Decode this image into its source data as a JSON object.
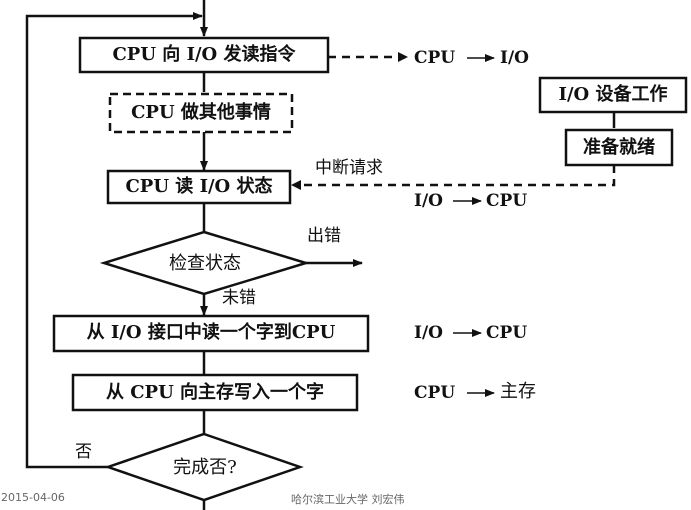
{
  "flowchart": {
    "send_read_cmd": "CPU 向 I/O 发读指令",
    "cpu_other_work": "CPU 做其他事情",
    "cpu_read_status": "CPU 读 I/O 状态",
    "check_status": "检查状态",
    "read_word": "从 I/O 接口中读一个字到CPU",
    "write_word": "从 CPU 向主存写入一个字",
    "done_check": "完成否?",
    "io_device_work": "I/O 设备工作",
    "ready": "准备就绪"
  },
  "labels": {
    "cmd_flow_from": "CPU",
    "cmd_flow_to": "I/O",
    "interrupt_request": "中断请求",
    "status_flow_from": "I/O",
    "status_flow_to": "CPU",
    "error": "出错",
    "no_error": "未错",
    "data_flow1_from": "I/O",
    "data_flow1_to": "CPU",
    "data_flow2_from": "CPU",
    "data_flow2_to": "主存",
    "no": "否"
  },
  "footer": {
    "date": "2015-04-06",
    "author": "哈尔滨工业大学  刘宏伟"
  }
}
